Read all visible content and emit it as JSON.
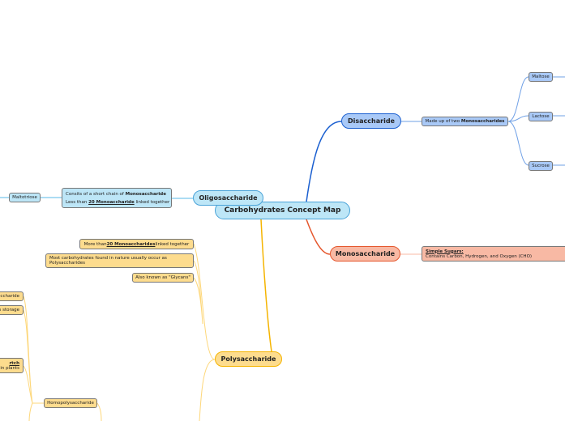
{
  "central": "Carbohydrates Concept Map",
  "disaccharide": {
    "title": "Disaccharide",
    "desc_pre": "Made up of two ",
    "desc_bold": "Monosaccharides",
    "items": [
      "Maltose",
      "Lactose",
      "Sucrose"
    ]
  },
  "monosaccharide": {
    "title": "Monosaccharide",
    "line1": "Simple Sugars:",
    "line2": "Contains Carbon, Hydrogen, and Oxygen (CHO)"
  },
  "oligosaccharide": {
    "title": "Oligosaccharide",
    "l1_pre": "Consits of a short chain of ",
    "l1_bold": "Monosaccharide",
    "l2_pre": "Less than ",
    "l2_bold": "20 Monoaccharide",
    "l2_post": " linked together",
    "example": "Maltotriose"
  },
  "polysaccharide": {
    "title": "Polysaccharide",
    "p1_pre": "More than ",
    "p1_bold": "20 Monoaccharides",
    "p1_post": " linked together",
    "p2": "Most carbohydrates found in nature usually occur as",
    "p2b": "Polysaccharides",
    "p3": "Also known as \"Glycans\"",
    "left1": "ccharide",
    "left2": "s storage",
    "left3a": "rtch",
    "left3b": "in plants",
    "homo": "Homopolysaccharide"
  },
  "colors": {
    "blue": "#a9c9f7",
    "cyan": "#bde6f7",
    "salmon": "#f8b9a4",
    "yellow": "#fddc8e"
  }
}
